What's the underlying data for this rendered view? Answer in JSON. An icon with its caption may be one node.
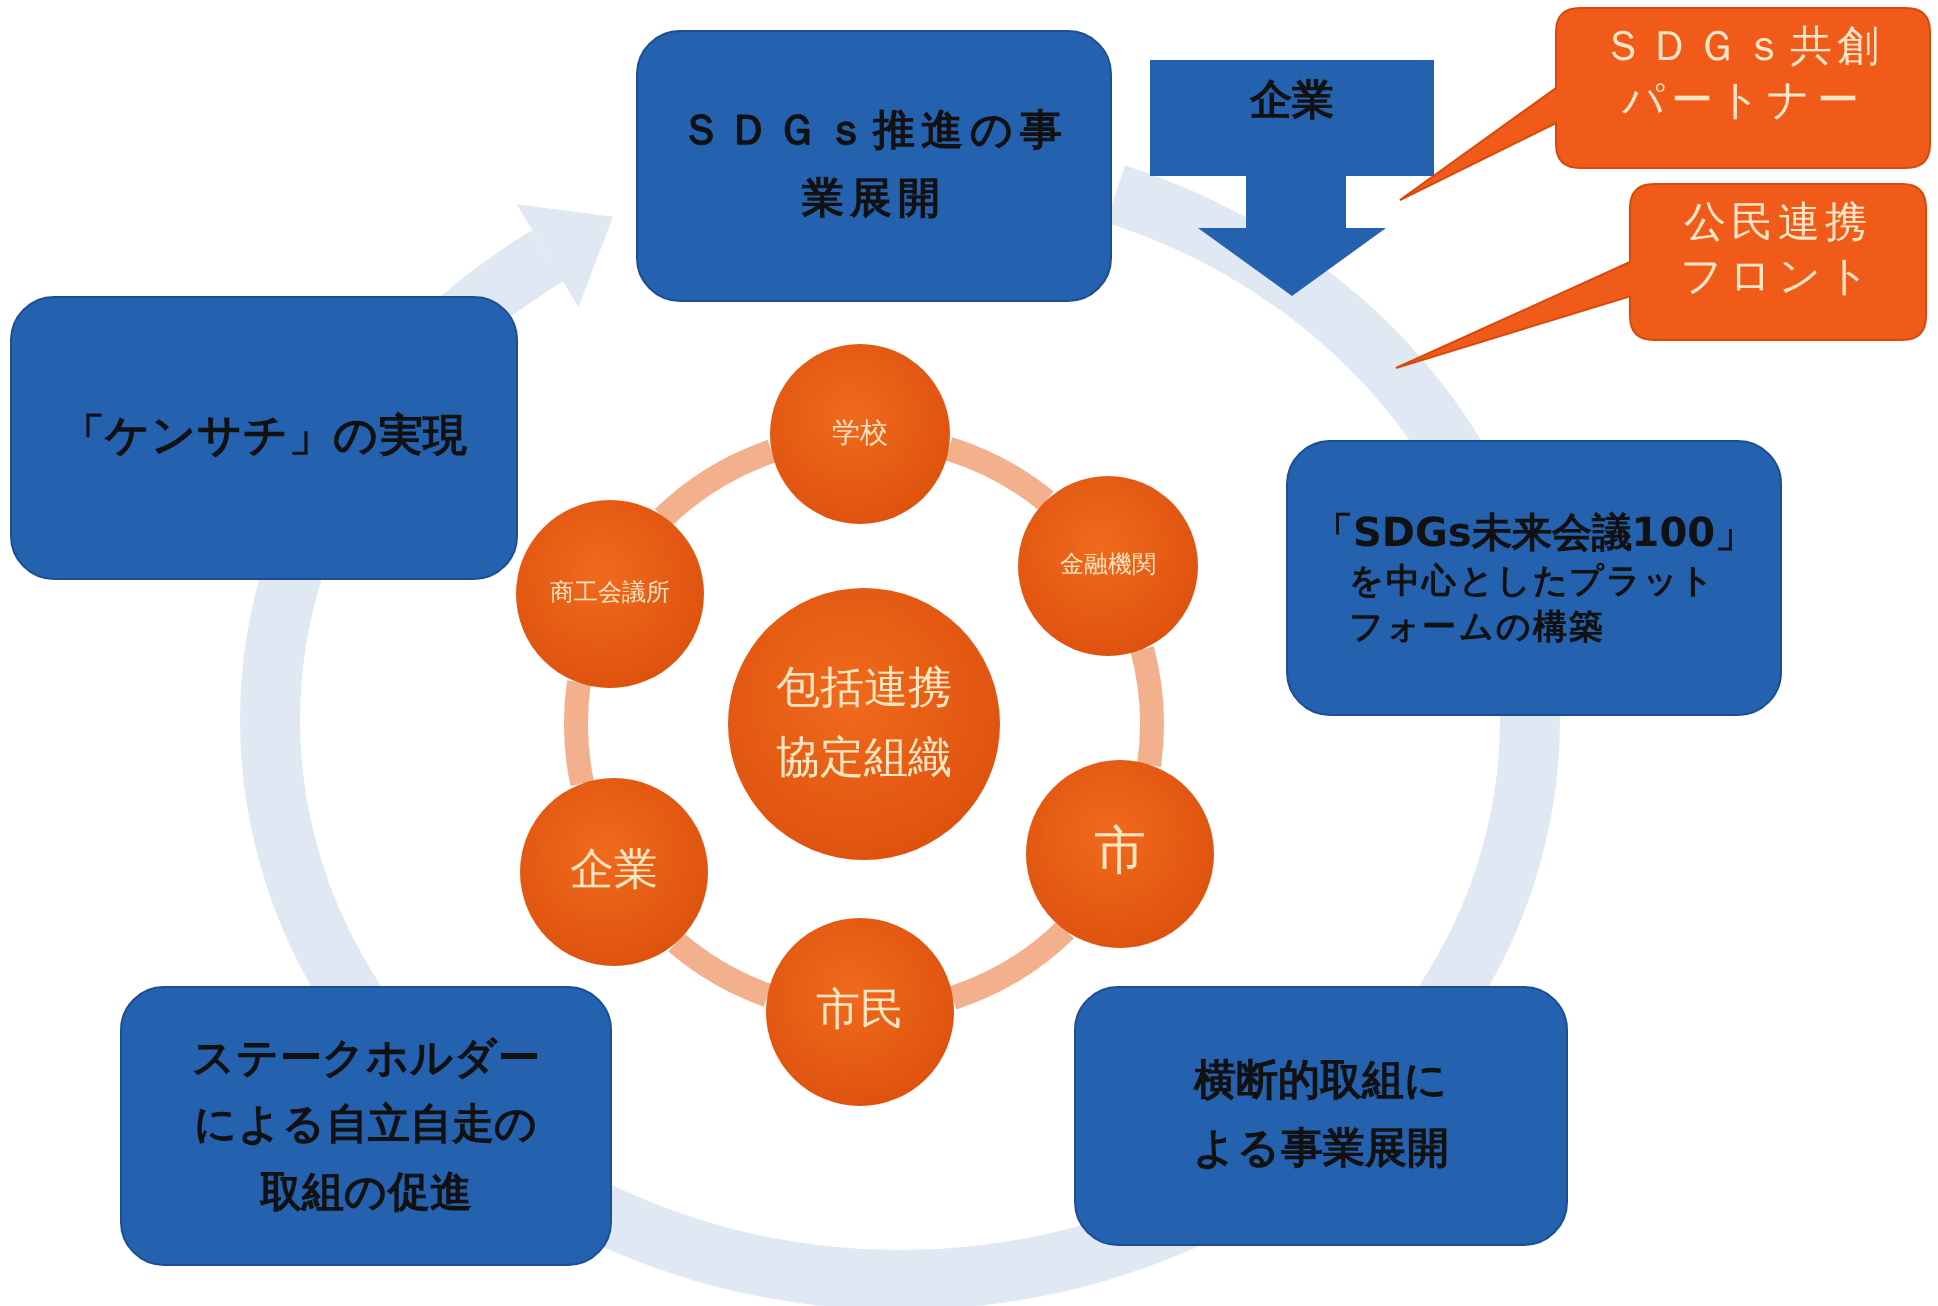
{
  "diagram": {
    "nodes": [
      {
        "text": [
          "ＳＤＧｓ推進の事業展開"
        ]
      },
      {
        "text": [
          "企業"
        ]
      },
      {
        "text": [
          "ＳＤＧｓ共創パートナー"
        ]
      },
      {
        "text": [
          "公民連携フロント"
        ]
      },
      {
        "text": [
          "「ケンサチ」の実現"
        ]
      },
      {
        "text": [
          "「SDGs未来会議100」",
          "を中心としたプラットフォームの構築"
        ]
      },
      {
        "text": [
          "横断的取組による事業展開"
        ]
      },
      {
        "text": [
          "ステークホルダーによる自立自走の取組の促進"
        ]
      },
      {
        "text": [
          "包括連携協定組織"
        ]
      },
      {
        "text": [
          "学校"
        ]
      },
      {
        "text": [
          "金融機関"
        ]
      },
      {
        "text": [
          "市"
        ]
      },
      {
        "text": [
          "市民"
        ]
      },
      {
        "text": [
          "企業"
        ]
      },
      {
        "text": [
          "商工会議所"
        ]
      }
    ],
    "edges": [
      {
        "from": 9,
        "to": 10,
        "arrow": "none"
      },
      {
        "from": 10,
        "to": 11,
        "arrow": "none"
      },
      {
        "from": 11,
        "to": 12,
        "arrow": "none"
      },
      {
        "from": 12,
        "to": 13,
        "arrow": "none"
      },
      {
        "from": 13,
        "to": 14,
        "arrow": "none"
      },
      {
        "from": 14,
        "to": 9,
        "arrow": "none"
      }
    ]
  }
}
